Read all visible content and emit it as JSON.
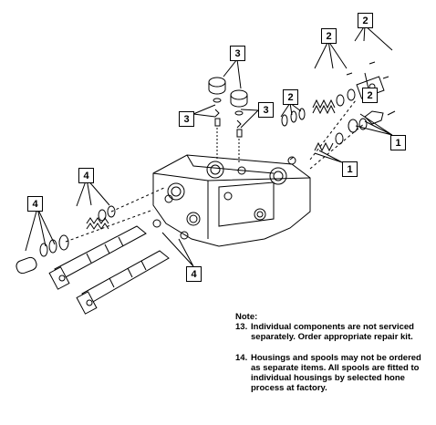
{
  "callouts": {
    "c1": "2",
    "c2": "2",
    "c3": "3",
    "c4": "2",
    "c5": "2",
    "c6": "3",
    "c7": "3",
    "c8": "1",
    "c9": "1",
    "c10": "4",
    "c11": "4",
    "c12": "4"
  },
  "notes": {
    "heading": "Note:",
    "items": [
      {
        "number": "13.",
        "text": "Individual components are not serviced separately.  Order appropriate repair kit."
      },
      {
        "number": "14.",
        "text": "Housings and spools may not be ordered as separate items.  All spools are fitted to individual housings by selected hone process at factory."
      }
    ]
  }
}
